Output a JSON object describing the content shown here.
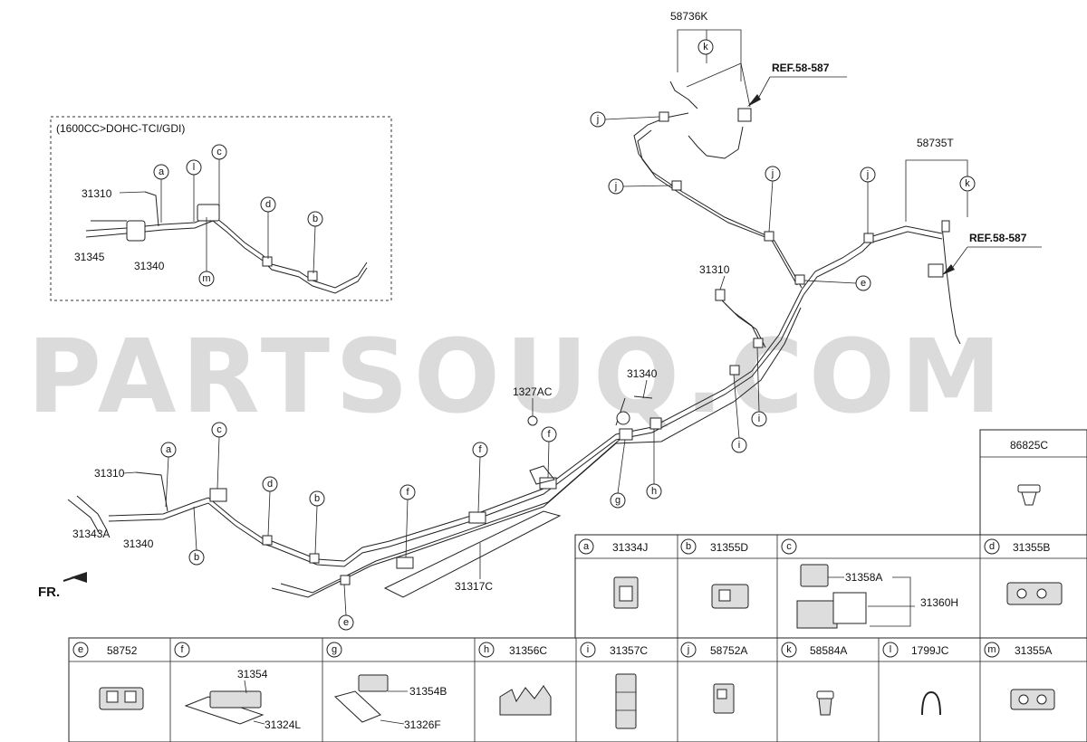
{
  "watermark": "PARTSOUQ.COM",
  "inset": {
    "title": "(1600CC>DOHC-TCI/GDI)",
    "labels": {
      "p31310": "31310",
      "p31345": "31345",
      "p31340": "31340",
      "a": "a",
      "l": "l",
      "c": "c",
      "m": "m",
      "d": "d",
      "b": "b"
    }
  },
  "main": {
    "labels": {
      "p58736k": "58736K",
      "p58735t": "58735T",
      "ref1": "REF.58-587",
      "ref2": "REF.58-587",
      "p31310": "31310",
      "p31340_upper": "31340",
      "p1327ac": "1327AC",
      "p31310_lower": "31310",
      "p31343a": "31343A",
      "p31340_lower": "31340",
      "p31317c": "31317C",
      "fr": "FR."
    },
    "callouts": {
      "k1": "k",
      "j1": "j",
      "j2": "j",
      "j3": "j",
      "j4": "j",
      "k2": "k",
      "e1": "e",
      "i1": "i",
      "i2": "i",
      "g": "g",
      "h": "h",
      "f1": "f",
      "f2": "f",
      "f3": "f",
      "a": "a",
      "c": "c",
      "d": "d",
      "b1": "b",
      "b2": "b",
      "e2": "e"
    }
  },
  "legend": {
    "top_row": [
      {
        "letter": "a",
        "part": "31334J"
      },
      {
        "letter": "b",
        "part": "31355D"
      },
      {
        "letter": "c",
        "part": ""
      },
      {
        "letter": "d",
        "part": "31355B"
      }
    ],
    "c_parts": {
      "p1": "31358A",
      "p2": "31360H"
    },
    "side": {
      "part": "86825C"
    },
    "bottom_row": [
      {
        "letter": "e",
        "part": "58752"
      },
      {
        "letter": "f",
        "part": ""
      },
      {
        "letter": "g",
        "part": ""
      },
      {
        "letter": "h",
        "part": "31356C"
      },
      {
        "letter": "i",
        "part": "31357C"
      },
      {
        "letter": "j",
        "part": "58752A"
      },
      {
        "letter": "k",
        "part": "58584A"
      },
      {
        "letter": "l",
        "part": "1799JC"
      },
      {
        "letter": "m",
        "part": "31355A"
      }
    ],
    "f_parts": {
      "p1": "31354",
      "p2": "31324L"
    },
    "g_parts": {
      "p1": "31354B",
      "p2": "31326F"
    }
  }
}
